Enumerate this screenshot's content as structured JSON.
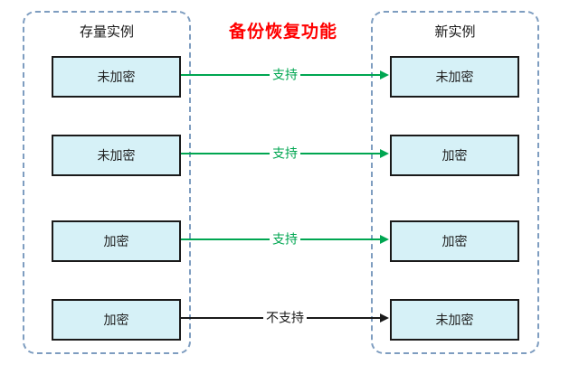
{
  "title": "备份恢复功能",
  "colors": {
    "title_text": "#ff0000",
    "supported_arrow": "#00a651",
    "unsupported_arrow": "#1a1a1a",
    "node_fill": "#d6f1f7",
    "node_border": "#1a1a1a",
    "group_border": "#7e9dc0"
  },
  "left_group": {
    "header": "存量实例",
    "boxes": [
      "未加密",
      "未加密",
      "加密",
      "加密"
    ]
  },
  "right_group": {
    "header": "新实例",
    "boxes": [
      "未加密",
      "加密",
      "加密",
      "未加密"
    ]
  },
  "arrows": [
    {
      "label": "支持",
      "supported": true
    },
    {
      "label": "支持",
      "supported": true
    },
    {
      "label": "支持",
      "supported": true
    },
    {
      "label": "不支持",
      "supported": false
    }
  ]
}
